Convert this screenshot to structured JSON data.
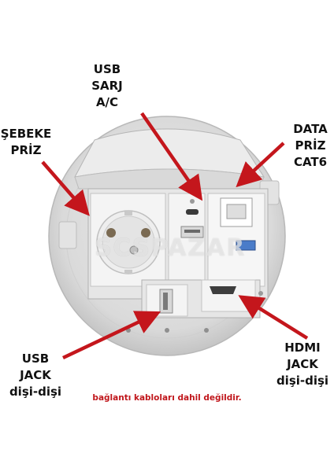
{
  "labels": {
    "usb_sarj": [
      "USB",
      "SARJ",
      "A/C"
    ],
    "sebeke": [
      "ŞEBEKE",
      "PRİZ"
    ],
    "data": [
      "DATA",
      "PRİZ",
      "CAT6"
    ],
    "usb_jack": [
      "USB",
      "JACK",
      "dişi-dişi"
    ],
    "hdmi_jack": [
      "HDMI",
      "JACK",
      "dişi-dişi"
    ]
  },
  "note": "bağlantı kabloları dahil değildir.",
  "watermark": "SCSPAZAR",
  "colors": {
    "arrow": "#c4161c",
    "note": "#c0161b",
    "plate": "#dcdcdc",
    "panel": "#f2f2f2"
  }
}
